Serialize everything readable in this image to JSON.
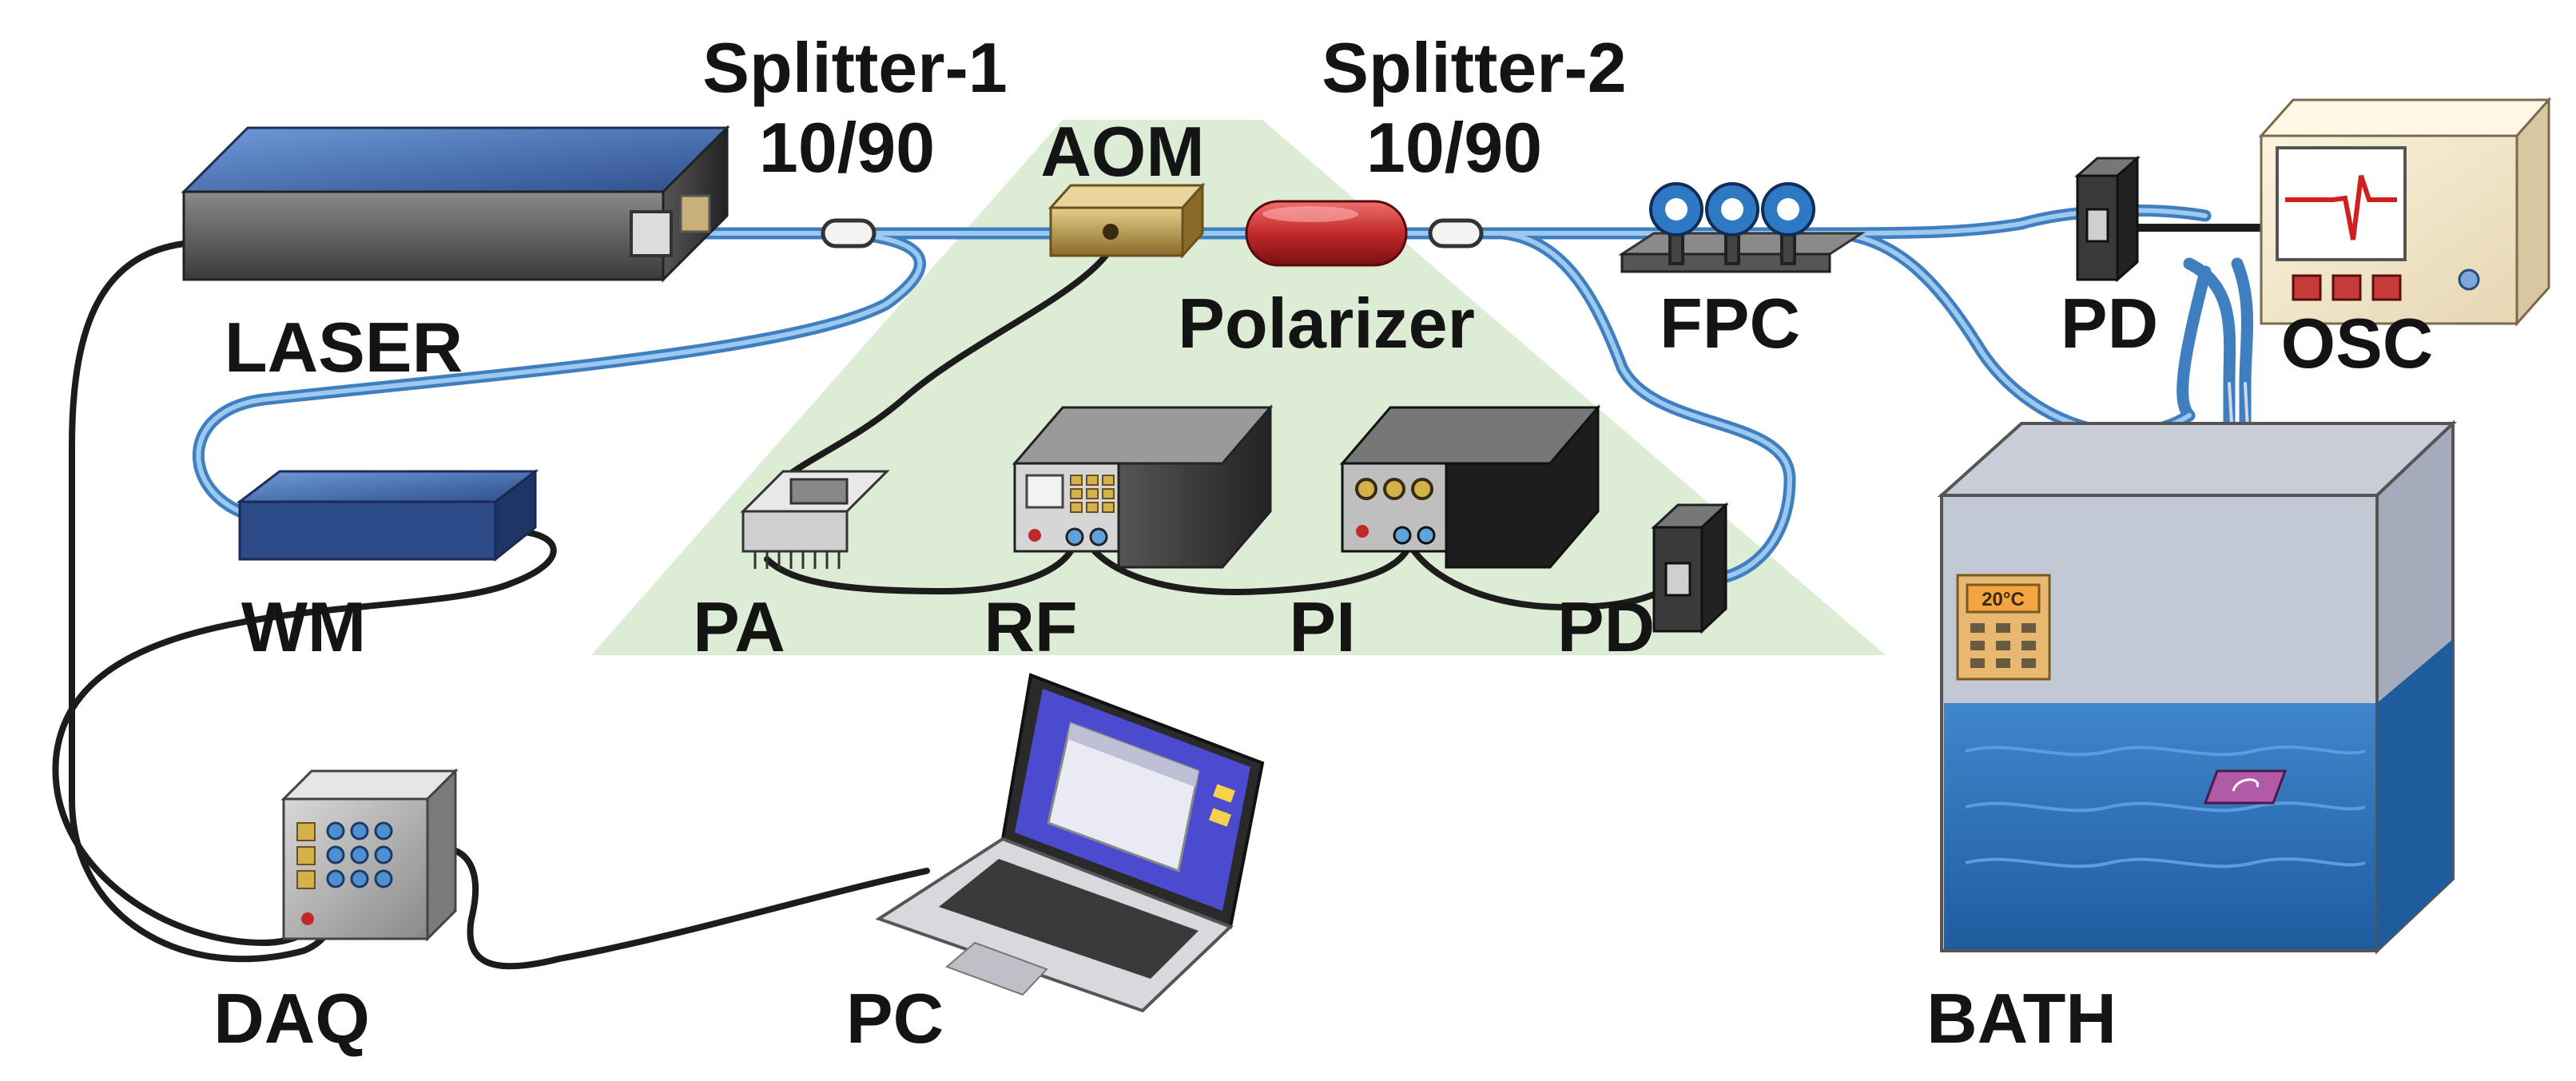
{
  "labels": {
    "splitter1": "Splitter-1",
    "splitter1_ratio": "10/90",
    "splitter2": "Splitter-2",
    "splitter2_ratio": "10/90",
    "aom": "AOM",
    "polarizer": "Polarizer",
    "fpc": "FPC",
    "pd_top": "PD",
    "osc": "OSC",
    "laser": "LASER",
    "wm": "WM",
    "pa": "PA",
    "rf": "RF",
    "pi": "PI",
    "pd_bottom": "PD",
    "daq": "DAQ",
    "pc": "PC",
    "bath": "BATH",
    "bath_display": "20°C"
  },
  "colors": {
    "fiber": "#6aa9dc",
    "cable": "#1c1c1c",
    "control_region": "#d9ead0",
    "water": "#2f73b8",
    "laser_top": "#3f6bb0",
    "polarizer": "#c22a2a",
    "aom": "#b08a3e",
    "laptop": "#4b4bd0"
  }
}
